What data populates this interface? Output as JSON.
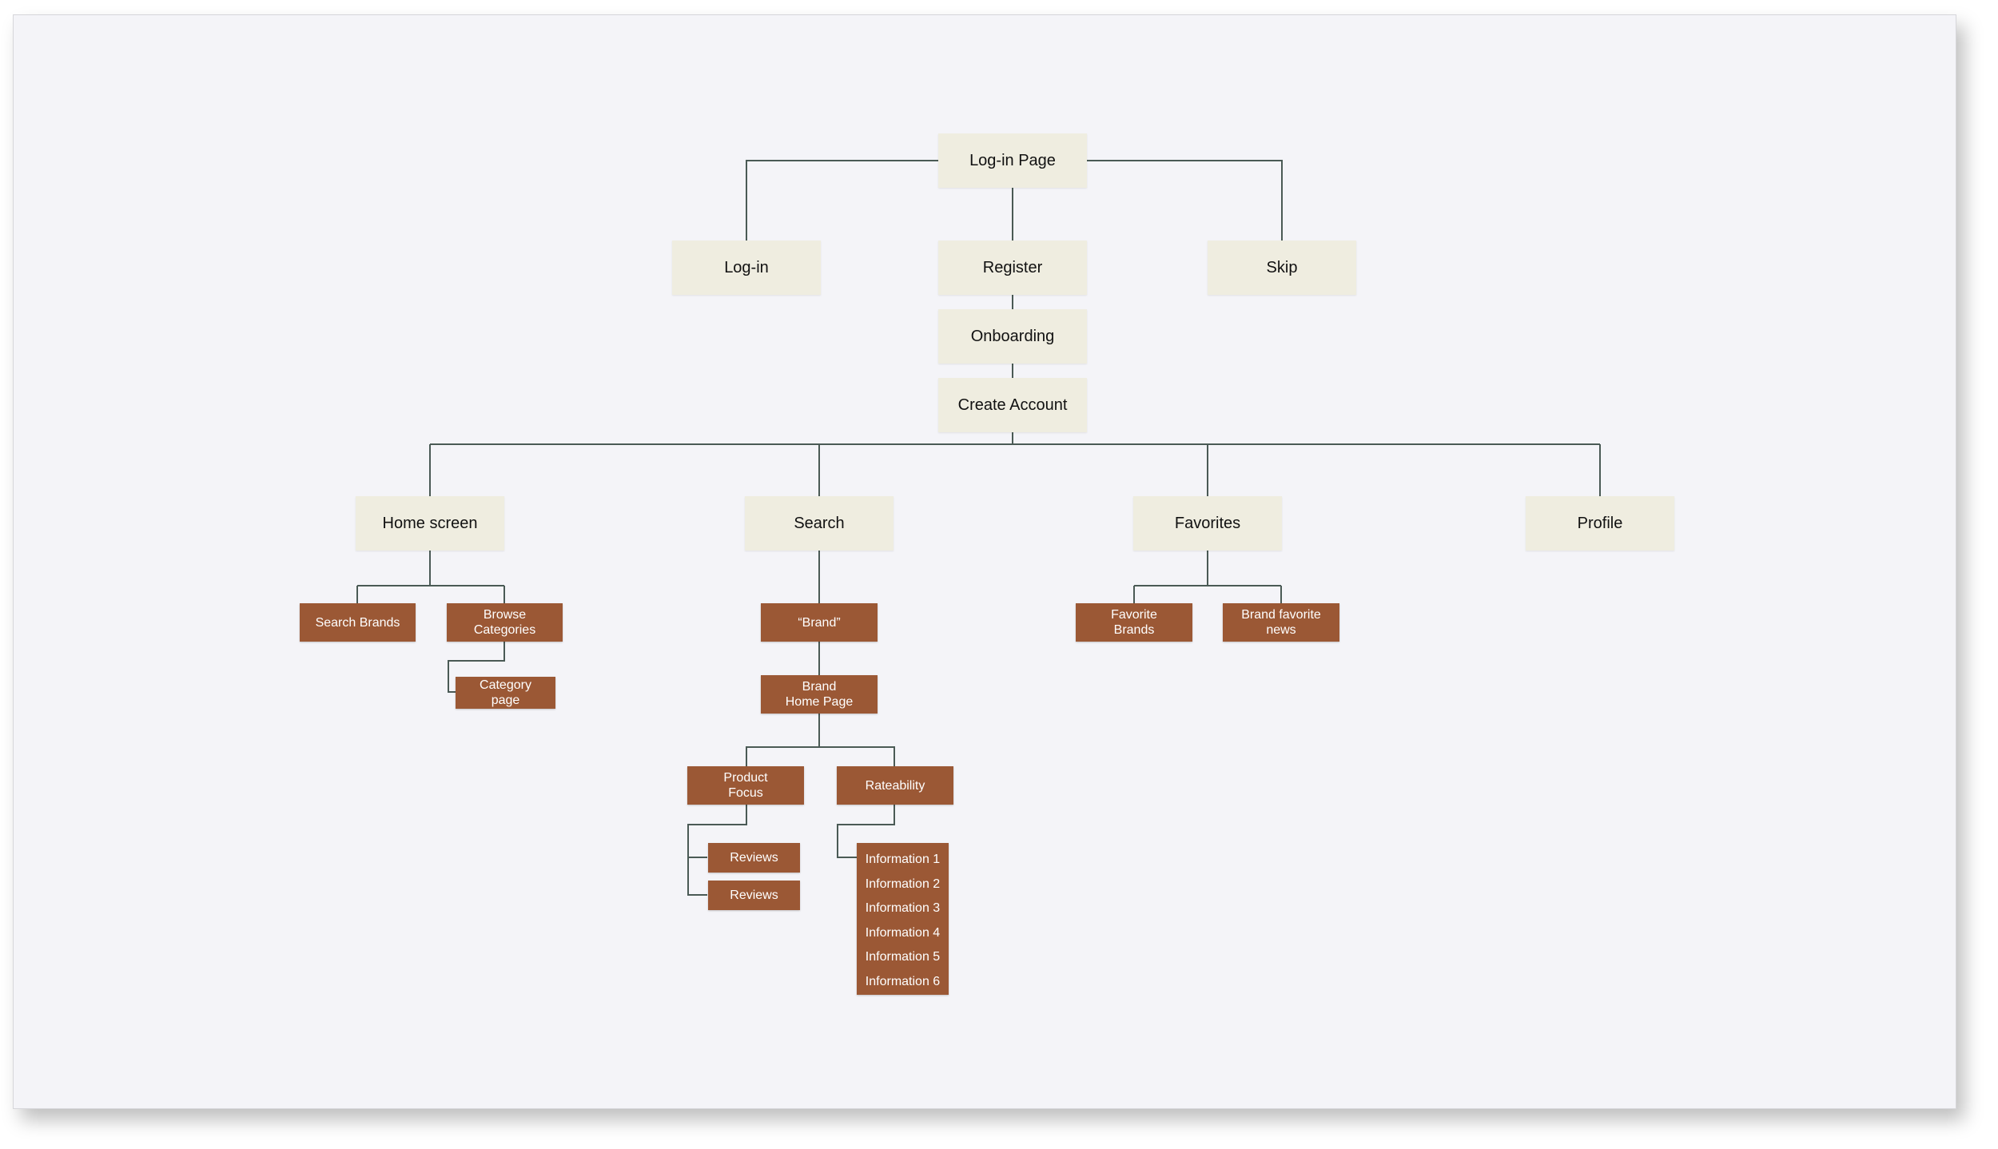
{
  "diagram": {
    "root": "Log-in Page",
    "auth": {
      "login": "Log-in",
      "register": "Register",
      "skip": "Skip"
    },
    "onboarding": "Onboarding",
    "create_account": "Create Account",
    "main": {
      "home": "Home screen",
      "search": "Search",
      "favorites": "Favorites",
      "profile": "Profile"
    },
    "home_children": {
      "search_brands": "Search Brands",
      "browse_categories": "Browse\nCategories",
      "category_page": "Category\npage"
    },
    "search_children": {
      "brand": "“Brand”",
      "brand_home": "Brand\nHome Page",
      "product_focus": "Product\nFocus",
      "rateability": "Rateability",
      "reviews": [
        "Reviews",
        "Reviews"
      ],
      "information": [
        "Information 1",
        "Information 2",
        "Information 3",
        "Information 4",
        "Information 5",
        "Information 6"
      ]
    },
    "favorites_children": {
      "favorite_brands": "Favorite\nBrands",
      "brand_favorite_news": "Brand favorite\nnews"
    }
  },
  "colors": {
    "primary_fill": "#efede0",
    "secondary_fill": "#9b5835",
    "connector": "#4a5a55",
    "canvas": "#f4f4f8"
  }
}
